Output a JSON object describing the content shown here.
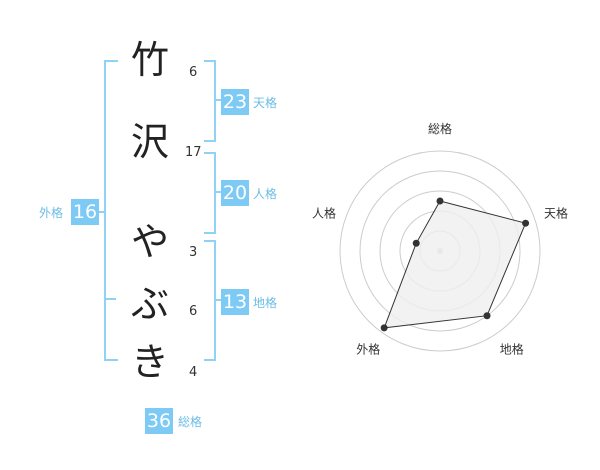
{
  "characters": [
    {
      "char": "竹",
      "strokes": "6"
    },
    {
      "char": "沢",
      "strokes": "17"
    },
    {
      "char": "や",
      "strokes": "3"
    },
    {
      "char": "ぶ",
      "strokes": "6"
    },
    {
      "char": "き",
      "strokes": "4"
    }
  ],
  "fortunes": {
    "tenkaku": {
      "value": "23",
      "label": "天格"
    },
    "jinkaku": {
      "value": "20",
      "label": "人格"
    },
    "chikaku": {
      "value": "13",
      "label": "地格"
    },
    "gaikaku": {
      "value": "16",
      "label": "外格"
    },
    "soukaku": {
      "value": "36",
      "label": "総格"
    }
  },
  "chart_data": {
    "type": "radar",
    "axes": [
      "総格",
      "天格",
      "地格",
      "外格",
      "人格"
    ],
    "values": [
      0.5,
      0.9,
      0.8,
      0.95,
      0.25
    ],
    "range": [
      0,
      1
    ],
    "rings": 5,
    "colors": {
      "fill": "#efefef",
      "stroke": "#333333",
      "grid": "#cccccc",
      "accent": "#7dcaf5"
    }
  }
}
